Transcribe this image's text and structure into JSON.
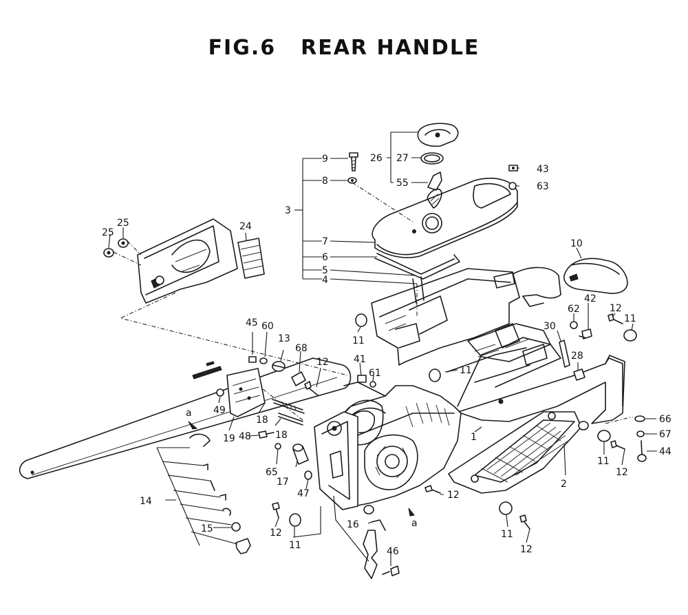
{
  "figure": {
    "prefix": "FIG.6",
    "title": "REAR HANDLE"
  },
  "callouts": [
    {
      "id": "c9",
      "text": "9"
    },
    {
      "id": "c8",
      "text": "8"
    },
    {
      "id": "c3",
      "text": "3"
    },
    {
      "id": "c7",
      "text": "7"
    },
    {
      "id": "c6",
      "text": "6"
    },
    {
      "id": "c5",
      "text": "5"
    },
    {
      "id": "c4",
      "text": "4"
    },
    {
      "id": "c26",
      "text": "26"
    },
    {
      "id": "c27",
      "text": "27"
    },
    {
      "id": "c55",
      "text": "55"
    },
    {
      "id": "c43",
      "text": "43"
    },
    {
      "id": "c63",
      "text": "63"
    },
    {
      "id": "c25a",
      "text": "25"
    },
    {
      "id": "c25b",
      "text": "25"
    },
    {
      "id": "c24",
      "text": "24"
    },
    {
      "id": "c10",
      "text": "10"
    },
    {
      "id": "c62",
      "text": "62"
    },
    {
      "id": "c42",
      "text": "42"
    },
    {
      "id": "c12a",
      "text": "12"
    },
    {
      "id": "c11a",
      "text": "11"
    },
    {
      "id": "c11b",
      "text": "11"
    },
    {
      "id": "c45",
      "text": "45"
    },
    {
      "id": "c60",
      "text": "60"
    },
    {
      "id": "c13",
      "text": "13"
    },
    {
      "id": "c68",
      "text": "68"
    },
    {
      "id": "c12b",
      "text": "12"
    },
    {
      "id": "c41",
      "text": "41"
    },
    {
      "id": "c61",
      "text": "61"
    },
    {
      "id": "c11c",
      "text": "11"
    },
    {
      "id": "c30",
      "text": "30"
    },
    {
      "id": "c28",
      "text": "28"
    },
    {
      "id": "c49",
      "text": "49"
    },
    {
      "id": "c18a",
      "text": "18"
    },
    {
      "id": "c18b",
      "text": "18"
    },
    {
      "id": "c19",
      "text": "19"
    },
    {
      "id": "c48",
      "text": "48"
    },
    {
      "id": "c65",
      "text": "65"
    },
    {
      "id": "c17",
      "text": "17"
    },
    {
      "id": "c47",
      "text": "47"
    },
    {
      "id": "c1",
      "text": "1"
    },
    {
      "id": "c66",
      "text": "66"
    },
    {
      "id": "c67",
      "text": "67"
    },
    {
      "id": "c44",
      "text": "44"
    },
    {
      "id": "c11d",
      "text": "11"
    },
    {
      "id": "c12c",
      "text": "12"
    },
    {
      "id": "c2",
      "text": "2"
    },
    {
      "id": "c12d",
      "text": "12"
    },
    {
      "id": "c14",
      "text": "14"
    },
    {
      "id": "c15",
      "text": "15"
    },
    {
      "id": "c12e",
      "text": "12"
    },
    {
      "id": "c11e",
      "text": "11"
    },
    {
      "id": "c16",
      "text": "16"
    },
    {
      "id": "c46",
      "text": "46"
    },
    {
      "id": "c11f",
      "text": "11"
    },
    {
      "id": "c12f",
      "text": "12"
    },
    {
      "id": "cA1",
      "text": "a"
    },
    {
      "id": "cA2",
      "text": "a"
    }
  ]
}
